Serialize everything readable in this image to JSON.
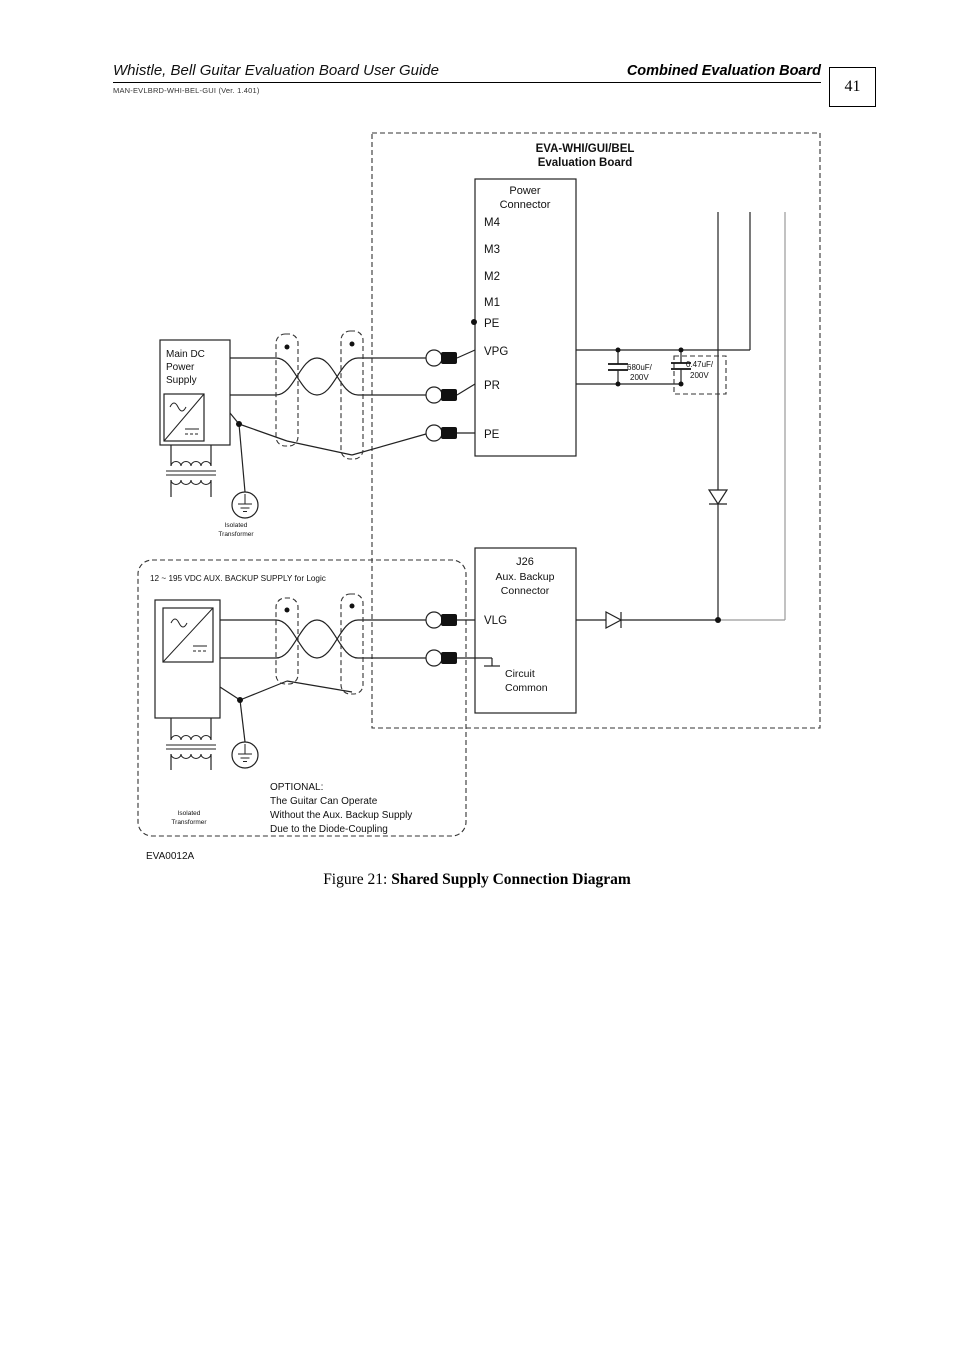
{
  "page": {
    "header": {
      "doc_title": "Whistle, Bell Guitar Evaluation Board User Guide",
      "section_title": "Combined Evaluation Board",
      "doc_code": "MAN-EVLBRD-WHI-BEL-GUI (Ver. 1.401)",
      "page_number": "41"
    },
    "figure": {
      "caption_prefix": "Figure 21: ",
      "caption_title": "Shared Supply Connection Diagram",
      "drawing_id": "EVA0012A"
    }
  },
  "diagram": {
    "board": {
      "title_line1": "EVA-WHI/GUI/BEL",
      "title_line2": "Evaluation Board"
    },
    "power_connector": {
      "title_line1": "Power",
      "title_line2": "Connector",
      "pins": [
        "M4",
        "M3",
        "M2",
        "M1",
        "PE",
        "VPG",
        "PR",
        "PE"
      ]
    },
    "main_supply": {
      "line1": "Main DC",
      "line2": "Power",
      "line3": "Supply"
    },
    "transformer": {
      "line1": "Isolated",
      "line2": "Transformer"
    },
    "capacitors": {
      "c1_value": "680uF/",
      "c1_voltage": "200V",
      "c2_value": "0.47uF/",
      "c2_voltage": "200V"
    },
    "aux": {
      "box_label": "12 ~ 195 VDC AUX. BACKUP SUPPLY for Logic",
      "optional_line1": "OPTIONAL:",
      "optional_line2": "The Guitar Can Operate",
      "optional_line3": "Without the Aux. Backup Supply",
      "optional_line4": "Due to the Diode-Coupling"
    },
    "j26": {
      "title": "J26",
      "subtitle1": "Aux. Backup",
      "subtitle2": "Connector",
      "pin_vlg": "VLG",
      "common_line1": "Circuit",
      "common_line2": "Common"
    },
    "colors": {
      "wire_grey": "#9a9a9a"
    }
  }
}
